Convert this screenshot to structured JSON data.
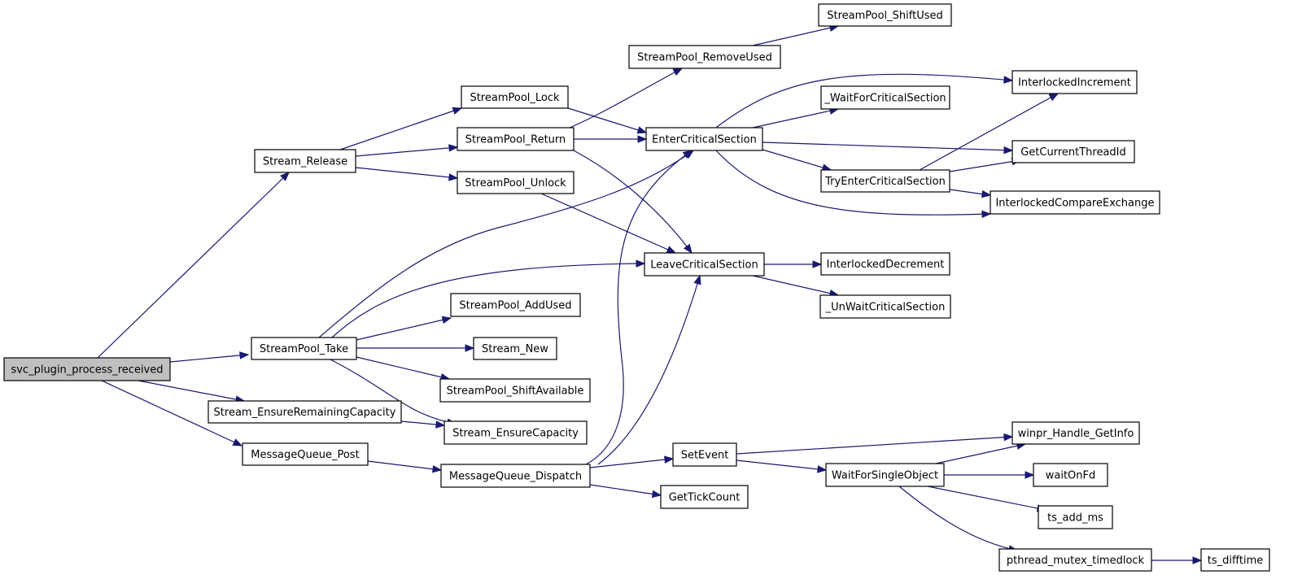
{
  "graph": {
    "type": "call-graph",
    "root": "svc_plugin_process_received",
    "nodes": [
      {
        "id": "svc",
        "label": "svc_plugin_process_received",
        "highlighted": true
      },
      {
        "id": "stream_release",
        "label": "Stream_Release"
      },
      {
        "id": "streampool_take",
        "label": "StreamPool_Take"
      },
      {
        "id": "stream_ensure_remaining",
        "label": "Stream_EnsureRemainingCapacity"
      },
      {
        "id": "messagequeue_post",
        "label": "MessageQueue_Post"
      },
      {
        "id": "streampool_lock",
        "label": "StreamPool_Lock"
      },
      {
        "id": "streampool_return",
        "label": "StreamPool_Return"
      },
      {
        "id": "streampool_unlock",
        "label": "StreamPool_Unlock"
      },
      {
        "id": "streampool_addused",
        "label": "StreamPool_AddUsed"
      },
      {
        "id": "stream_new",
        "label": "Stream_New"
      },
      {
        "id": "streampool_shiftavailable",
        "label": "StreamPool_ShiftAvailable"
      },
      {
        "id": "stream_ensurecapacity",
        "label": "Stream_EnsureCapacity"
      },
      {
        "id": "messagequeue_dispatch",
        "label": "MessageQueue_Dispatch"
      },
      {
        "id": "streampool_removeused",
        "label": "StreamPool_RemoveUsed"
      },
      {
        "id": "entercriticalsection",
        "label": "EnterCriticalSection"
      },
      {
        "id": "leavecriticalsection",
        "label": "LeaveCriticalSection"
      },
      {
        "id": "setevent",
        "label": "SetEvent"
      },
      {
        "id": "gettickcount",
        "label": "GetTickCount"
      },
      {
        "id": "streampool_shiftused",
        "label": "StreamPool_ShiftUsed"
      },
      {
        "id": "waitforcriticalsection",
        "label": "_WaitForCriticalSection"
      },
      {
        "id": "tryentercriticalsection",
        "label": "TryEnterCriticalSection"
      },
      {
        "id": "interlockeddecrement",
        "label": "InterlockedDecrement"
      },
      {
        "id": "unwaitcriticalsection",
        "label": "_UnWaitCriticalSection"
      },
      {
        "id": "waitforsingleobject",
        "label": "WaitForSingleObject"
      },
      {
        "id": "interlockedincrement",
        "label": "InterlockedIncrement"
      },
      {
        "id": "getcurrentthreadid",
        "label": "GetCurrentThreadId"
      },
      {
        "id": "interlockedcompareexchange",
        "label": "InterlockedCompareExchange"
      },
      {
        "id": "winpr_handle_getinfo",
        "label": "winpr_Handle_GetInfo"
      },
      {
        "id": "waitonfd",
        "label": "waitOnFd"
      },
      {
        "id": "ts_add_ms",
        "label": "ts_add_ms"
      },
      {
        "id": "pthread_mutex_timedlock",
        "label": "pthread_mutex_timedlock"
      },
      {
        "id": "ts_difftime",
        "label": "ts_difftime"
      }
    ],
    "edges": [
      {
        "from": "svc",
        "to": "stream_release"
      },
      {
        "from": "svc",
        "to": "streampool_take"
      },
      {
        "from": "svc",
        "to": "stream_ensure_remaining"
      },
      {
        "from": "svc",
        "to": "messagequeue_post"
      },
      {
        "from": "stream_release",
        "to": "streampool_lock"
      },
      {
        "from": "stream_release",
        "to": "streampool_return"
      },
      {
        "from": "stream_release",
        "to": "streampool_unlock"
      },
      {
        "from": "streampool_take",
        "to": "entercriticalsection"
      },
      {
        "from": "streampool_take",
        "to": "leavecriticalsection"
      },
      {
        "from": "streampool_take",
        "to": "streampool_addused"
      },
      {
        "from": "streampool_take",
        "to": "stream_new"
      },
      {
        "from": "streampool_take",
        "to": "streampool_shiftavailable"
      },
      {
        "from": "streampool_take",
        "to": "stream_ensurecapacity"
      },
      {
        "from": "stream_ensure_remaining",
        "to": "stream_ensurecapacity"
      },
      {
        "from": "messagequeue_post",
        "to": "messagequeue_dispatch"
      },
      {
        "from": "streampool_lock",
        "to": "entercriticalsection"
      },
      {
        "from": "streampool_return",
        "to": "streampool_removeused"
      },
      {
        "from": "streampool_return",
        "to": "entercriticalsection"
      },
      {
        "from": "streampool_return",
        "to": "leavecriticalsection"
      },
      {
        "from": "streampool_unlock",
        "to": "leavecriticalsection"
      },
      {
        "from": "messagequeue_dispatch",
        "to": "entercriticalsection"
      },
      {
        "from": "messagequeue_dispatch",
        "to": "leavecriticalsection"
      },
      {
        "from": "messagequeue_dispatch",
        "to": "setevent"
      },
      {
        "from": "messagequeue_dispatch",
        "to": "gettickcount"
      },
      {
        "from": "streampool_removeused",
        "to": "streampool_shiftused"
      },
      {
        "from": "entercriticalsection",
        "to": "interlockedincrement"
      },
      {
        "from": "entercriticalsection",
        "to": "waitforcriticalsection"
      },
      {
        "from": "entercriticalsection",
        "to": "getcurrentthreadid"
      },
      {
        "from": "entercriticalsection",
        "to": "tryentercriticalsection"
      },
      {
        "from": "entercriticalsection",
        "to": "interlockedcompareexchange"
      },
      {
        "from": "tryentercriticalsection",
        "to": "interlockedincrement"
      },
      {
        "from": "tryentercriticalsection",
        "to": "getcurrentthreadid"
      },
      {
        "from": "tryentercriticalsection",
        "to": "interlockedcompareexchange"
      },
      {
        "from": "leavecriticalsection",
        "to": "interlockeddecrement"
      },
      {
        "from": "leavecriticalsection",
        "to": "unwaitcriticalsection"
      },
      {
        "from": "setevent",
        "to": "winpr_handle_getinfo"
      },
      {
        "from": "setevent",
        "to": "waitforsingleobject"
      },
      {
        "from": "waitforsingleobject",
        "to": "winpr_handle_getinfo"
      },
      {
        "from": "waitforsingleobject",
        "to": "waitonfd"
      },
      {
        "from": "waitforsingleobject",
        "to": "ts_add_ms"
      },
      {
        "from": "waitforsingleobject",
        "to": "pthread_mutex_timedlock"
      },
      {
        "from": "pthread_mutex_timedlock",
        "to": "ts_difftime"
      }
    ],
    "colors": {
      "edge": "#191970",
      "node_border": "#000000",
      "node_fill": "#ffffff",
      "root_fill": "#bfbfbf",
      "background": "#ffffff"
    }
  }
}
